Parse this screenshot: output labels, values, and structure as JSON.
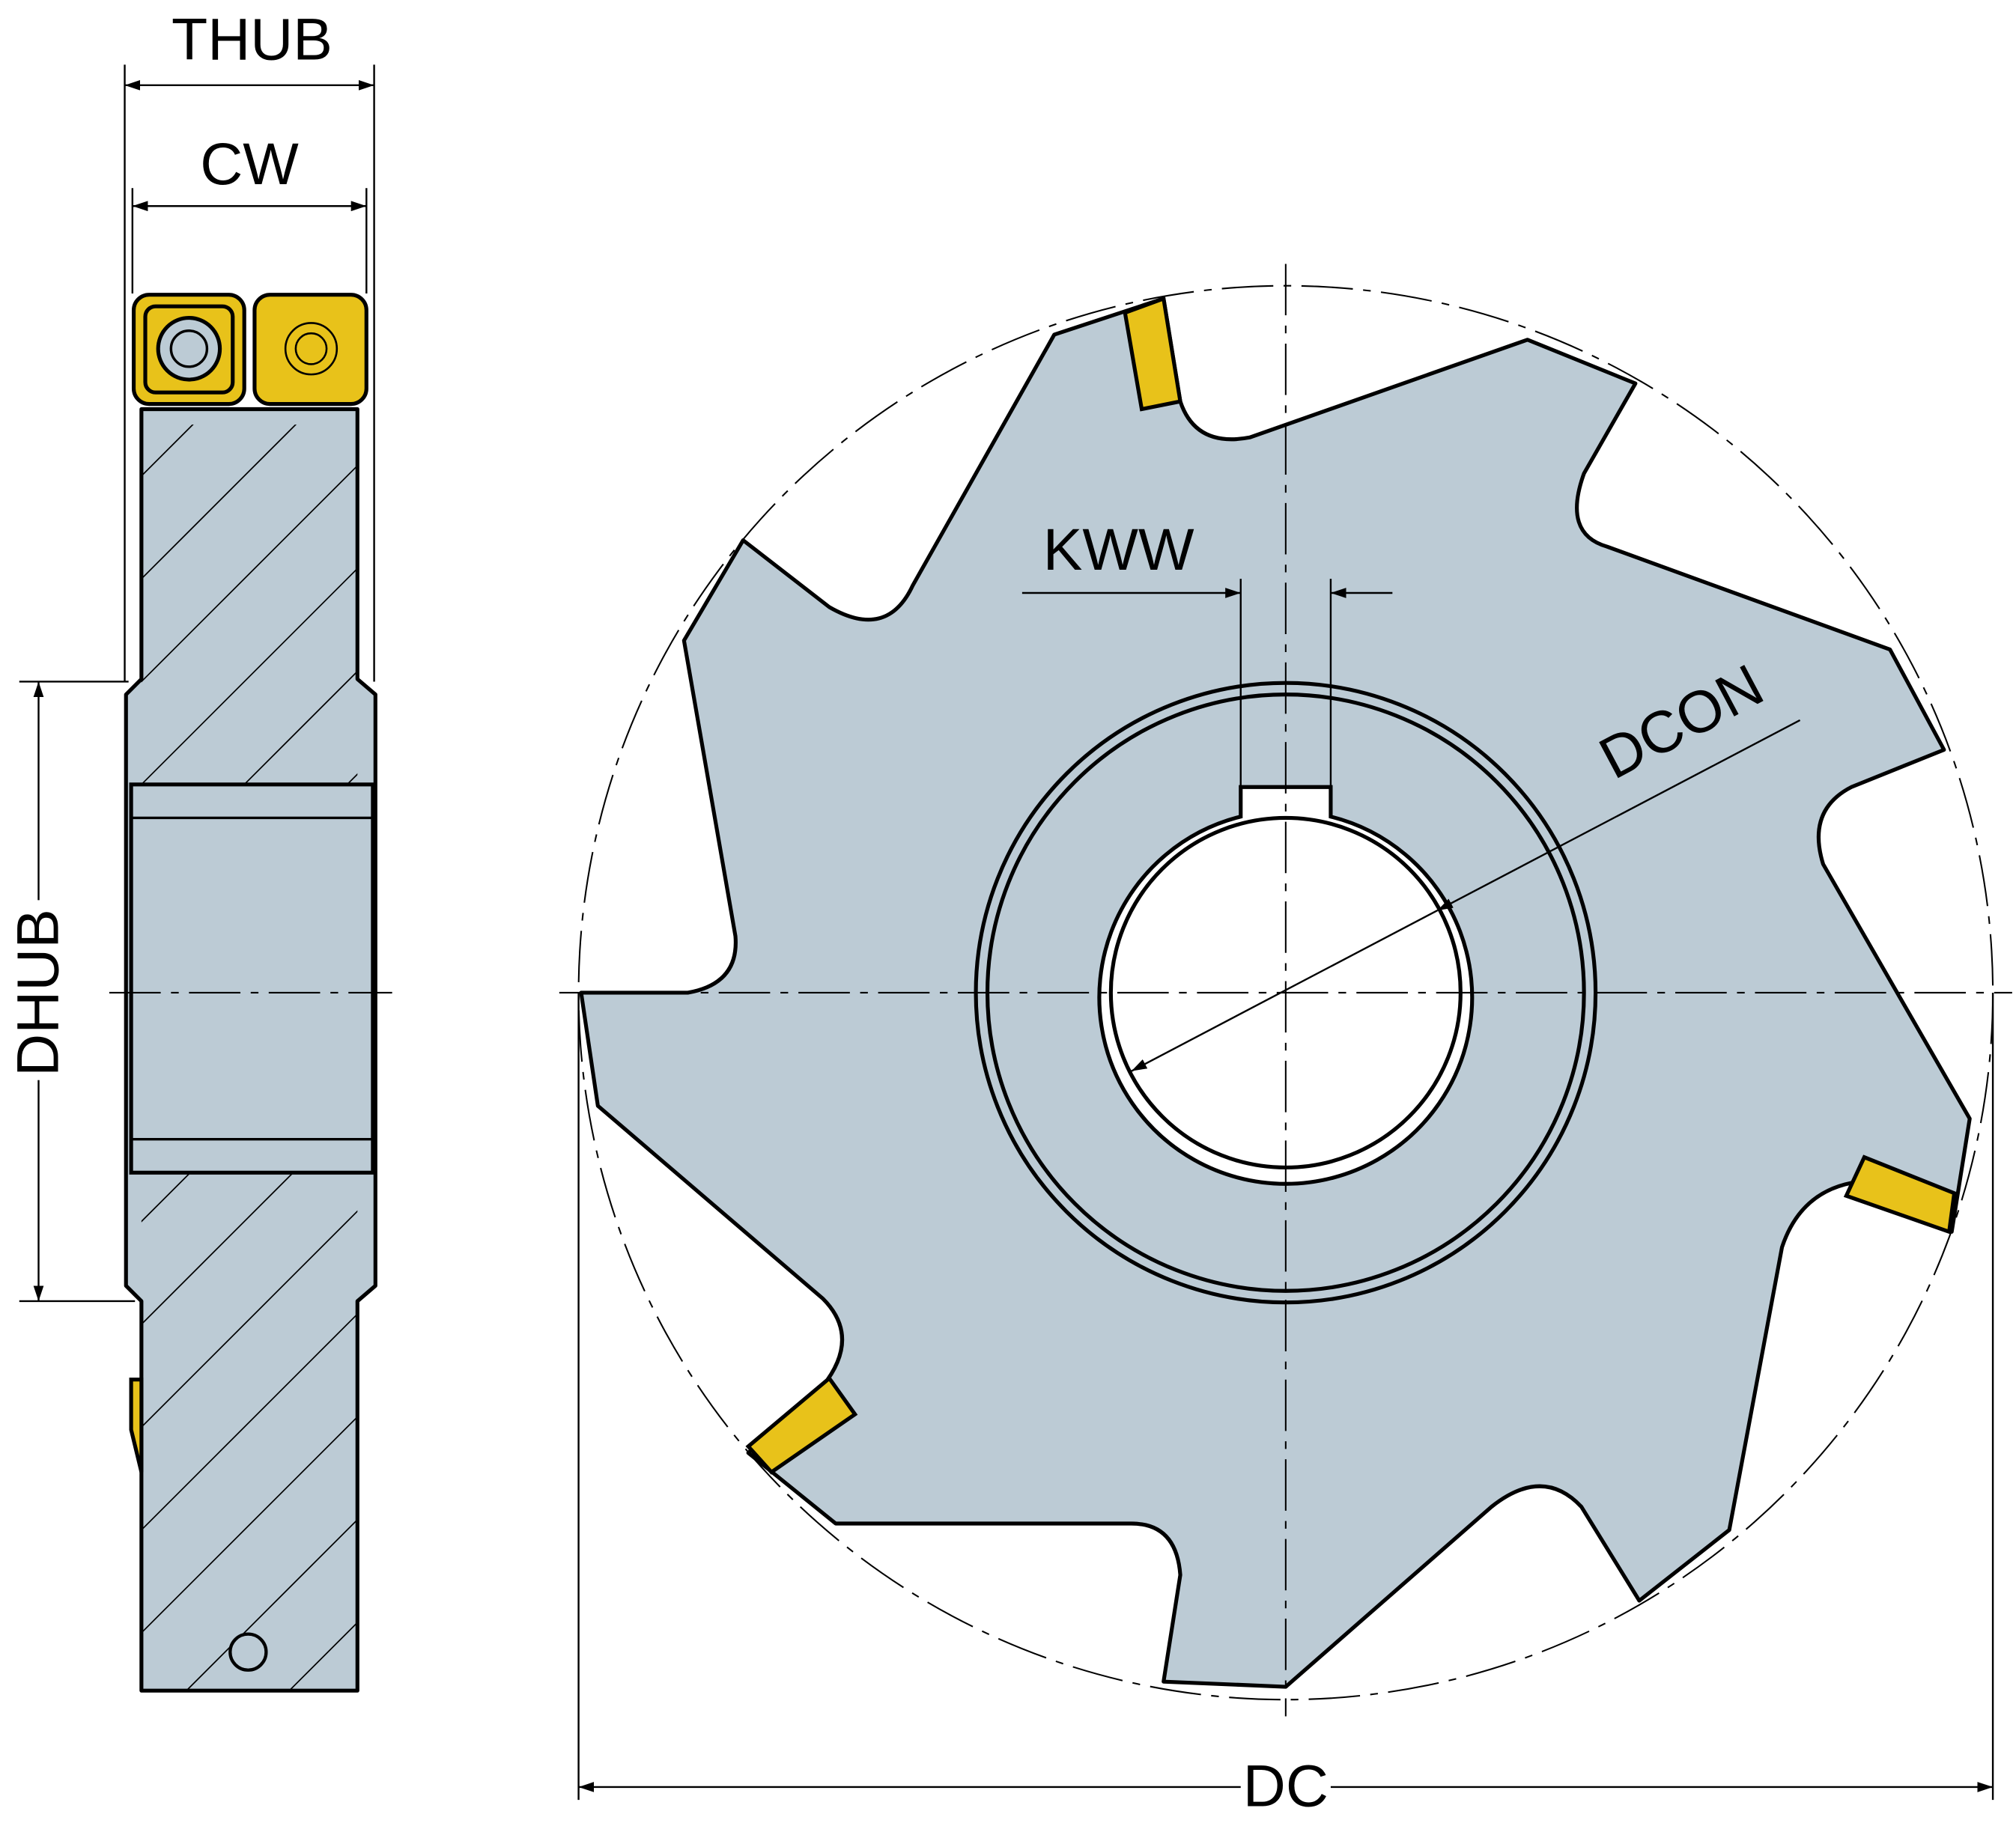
{
  "labels": {
    "thub": "THUB",
    "cw": "CW",
    "kww": "KWW",
    "dcon": "DCON",
    "dhub": "DHUB",
    "dc": "DC"
  },
  "colors": {
    "body": "#bccbd5",
    "insert": "#e8c21a"
  }
}
